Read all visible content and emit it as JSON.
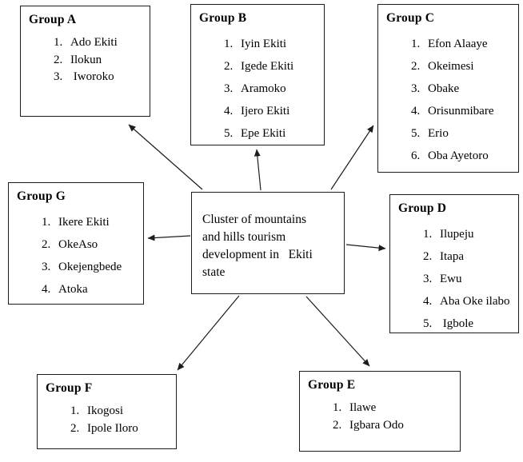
{
  "diagram": {
    "center": {
      "text": "Cluster of mountains\nand hills tourism\ndevelopment in   Ekiti\nstate"
    },
    "groups": [
      {
        "id": "A",
        "title": "Group A",
        "items": [
          "Ado Ekiti",
          "Ilokun",
          " Iworoko"
        ]
      },
      {
        "id": "B",
        "title": "Group B",
        "items": [
          "Iyin Ekiti",
          "Igede Ekiti",
          "Aramoko",
          "Ijero Ekiti",
          "Epe Ekiti"
        ]
      },
      {
        "id": "C",
        "title": "Group C",
        "items": [
          "Efon Alaaye",
          "Okeimesi",
          "Obake",
          "Orisunmibare",
          "Erio",
          "Oba Ayetoro"
        ]
      },
      {
        "id": "D",
        "title": "Group D",
        "items": [
          "Ilupeju",
          "Itapa",
          "Ewu",
          "Aba Oke ilabo",
          " Igbole"
        ]
      },
      {
        "id": "E",
        "title": "Group E",
        "items": [
          "Ilawe",
          "Igbara Odo"
        ]
      },
      {
        "id": "F",
        "title": "Group F",
        "items": [
          "Ikogosi",
          "Ipole Iloro"
        ]
      },
      {
        "id": "G",
        "title": "Group G",
        "items": [
          "Ikere Ekiti",
          "OkeAso",
          "Okejengbede",
          "Atoka"
        ]
      }
    ],
    "colors": {
      "line": "#1c1c1c",
      "background": "#ffffff",
      "text": "#000000"
    }
  }
}
